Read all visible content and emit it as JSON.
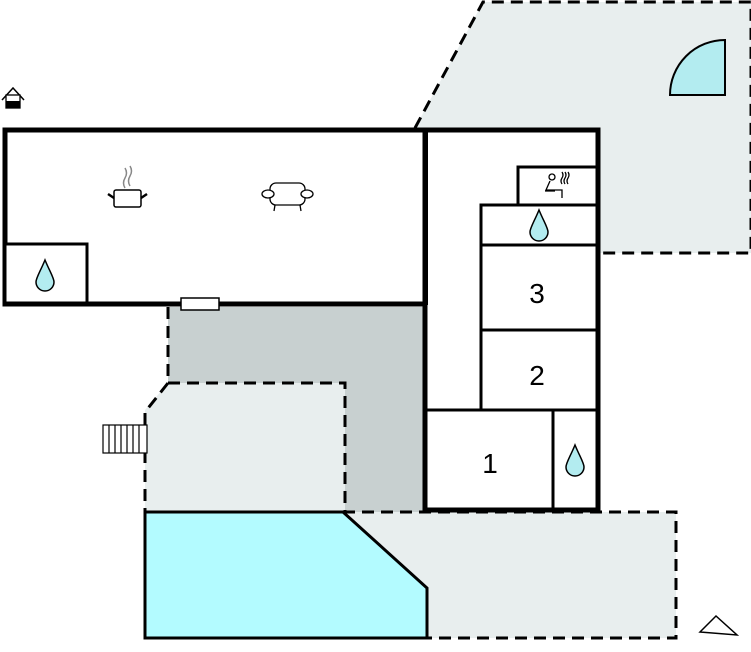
{
  "rooms": {
    "room1": "1",
    "room2": "2",
    "room3": "3"
  },
  "colors": {
    "wall": "#000000",
    "terrace": "#e8eeee",
    "covered": "#c8d0d0",
    "pool": "#b3fbff",
    "water": "#b3ecf0"
  },
  "icons": [
    "entrance-icon",
    "kitchen-icon",
    "living-room-sofa-icon",
    "bathroom-water-drop-icon",
    "sauna-icon",
    "stairs-icon",
    "north-compass-icon",
    "pool-icon"
  ]
}
